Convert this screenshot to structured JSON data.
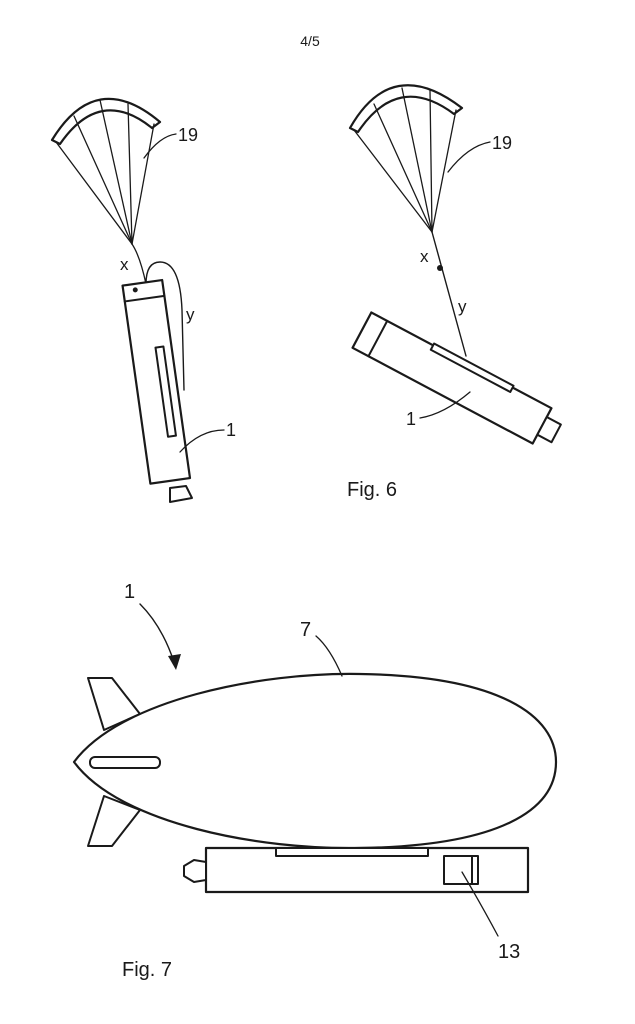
{
  "page": {
    "number": "4/5"
  },
  "figures": [
    {
      "id": "fig6",
      "caption": "Fig. 6"
    },
    {
      "id": "fig7",
      "caption": "Fig. 7"
    }
  ],
  "labels": {
    "fig6_left_parachute": "19",
    "fig6_left_x": "x",
    "fig6_left_y": "y",
    "fig6_left_body": "1",
    "fig6_right_parachute": "19",
    "fig6_right_x": "x",
    "fig6_right_y": "y",
    "fig6_right_body": "1",
    "fig7_vehicle": "1",
    "fig7_envelope": "7",
    "fig7_compartment": "13"
  }
}
